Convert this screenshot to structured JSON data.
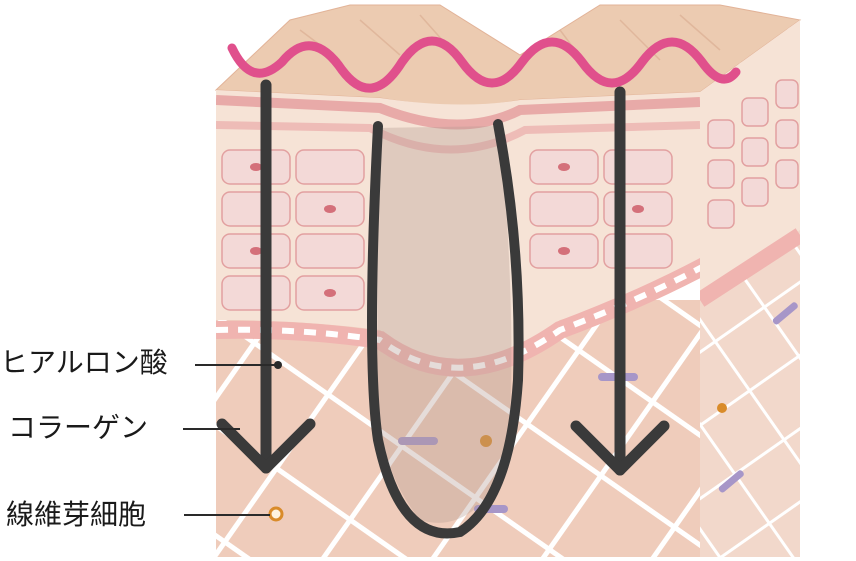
{
  "labels": {
    "hyaluronic_acid": "ヒアルロン酸",
    "collagen": "コラーゲン",
    "fibroblast": "線維芽細胞"
  },
  "colors": {
    "surface_skin": "#eccbb1",
    "epidermis_cells": "#f6e3e1",
    "cell_border": "#e2a0a0",
    "basal_layer": "#f0b4b0",
    "dermis": "#efccbb",
    "collagen_fibers": "#ffffff",
    "fibroblast_dot": "#d98b2a",
    "elastin": "#a796c8",
    "wave": "#e0508c",
    "arrows": "#3a3a3a",
    "wrinkle_zone": "#b49a93"
  },
  "icons": [
    "down-arrow-icon",
    "u-curve-icon",
    "wave-line-icon",
    "fibroblast-cell-icon"
  ]
}
